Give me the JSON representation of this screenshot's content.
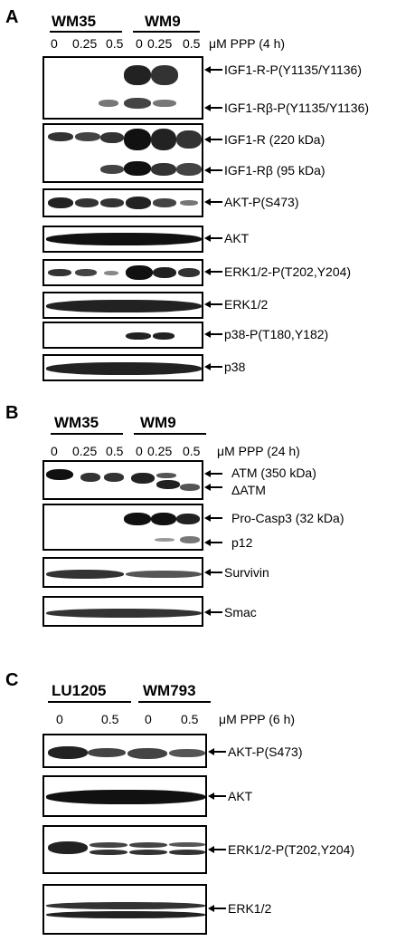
{
  "panels": {
    "A": {
      "letter": "A",
      "groups": [
        "WM35",
        "WM9"
      ],
      "lanes": [
        "0",
        "0.25",
        "0.5",
        "0",
        "0.25",
        "0.5"
      ],
      "condition": "μM  PPP  (4 h)",
      "blots": [
        {
          "labels": [
            "IGF1-R-P(Y1135/Y1136)",
            "IGF1-Rβ-P(Y1135/Y1136)"
          ]
        },
        {
          "labels": [
            "IGF1-R (220 kDa)",
            "IGF1-Rβ (95 kDa)"
          ]
        },
        {
          "labels": [
            "AKT-P(S473)"
          ]
        },
        {
          "labels": [
            "AKT"
          ]
        },
        {
          "labels": [
            "ERK1/2-P(T202,Y204)"
          ]
        },
        {
          "labels": [
            "ERK1/2"
          ]
        },
        {
          "labels": [
            "p38-P(T180,Y182)"
          ]
        },
        {
          "labels": [
            "p38"
          ]
        }
      ]
    },
    "B": {
      "letter": "B",
      "groups": [
        "WM35",
        "WM9"
      ],
      "lanes": [
        "0",
        "0.25",
        "0.5",
        "0",
        "0.25",
        "0.5"
      ],
      "condition": "μM  PPP  (24 h)",
      "blots": [
        {
          "labels": [
            "ATM (350 kDa)",
            "ΔATM"
          ]
        },
        {
          "labels": [
            "Pro-Casp3 (32 kDa)",
            "p12"
          ]
        },
        {
          "labels": [
            "Survivin"
          ]
        },
        {
          "labels": [
            "Smac"
          ]
        }
      ]
    },
    "C": {
      "letter": "C",
      "groups": [
        "LU1205",
        "WM793"
      ],
      "lanes": [
        "0",
        "0.5",
        "0",
        "0.5"
      ],
      "condition": "μM   PPP    (6 h)",
      "blots": [
        {
          "labels": [
            "AKT-P(S473)"
          ]
        },
        {
          "labels": [
            "AKT"
          ]
        },
        {
          "labels": [
            "ERK1/2-P(T202,Y204)"
          ]
        },
        {
          "labels": [
            "ERK1/2"
          ]
        }
      ]
    }
  }
}
